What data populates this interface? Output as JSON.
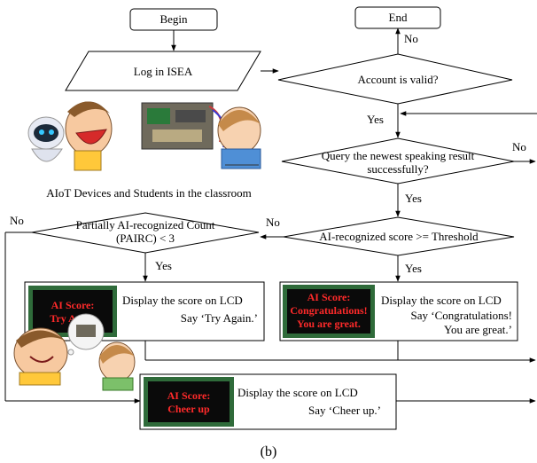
{
  "nodes": {
    "begin": "Begin",
    "end": "End",
    "login": "Log in ISEA",
    "account_valid": "Account is valid?",
    "query_line1": "Query the newest speaking result",
    "query_line2": "successfully?",
    "ai_threshold": "AI-recognized score >= Threshold",
    "pairc_line1": "Partially AI-recognized Count",
    "pairc_line2": "(PAIRC) < 3",
    "try_again_line1": "Display the score on LCD",
    "try_again_line2": "Say ‘Try Again.’",
    "congrats_line1": "Display the score on LCD",
    "congrats_line2": "Say ‘Congratulations!",
    "congrats_line3": "You are great.’",
    "cheer_line1": "Display the score on LCD",
    "cheer_line2": "Say ‘Cheer up.’"
  },
  "lcd": {
    "try_again": [
      "AI Score:",
      "Try Again"
    ],
    "congrats": [
      "AI Score:",
      "Congratulations!",
      "You are great."
    ],
    "cheer_up": [
      "AI Score:",
      "Cheer up"
    ]
  },
  "edges": {
    "account_no": "No",
    "account_yes": "Yes",
    "query_no": "No",
    "query_yes": "Yes",
    "threshold_no": "No",
    "threshold_yes": "Yes",
    "pairc_no": "No",
    "pairc_yes": "Yes"
  },
  "illustration_caption": "AIoT Devices and Students in the classroom",
  "figure_caption": "(b)",
  "colors": {
    "lcd_screen": "#0a0a0a",
    "lcd_frame": "#2f6b3a",
    "lcd_text": "#ff2a2a"
  }
}
